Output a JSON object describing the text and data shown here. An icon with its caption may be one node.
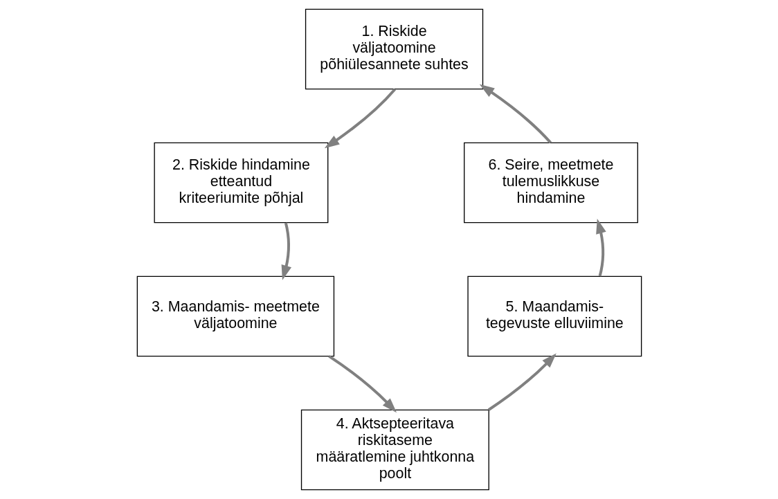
{
  "diagram": {
    "nodes": [
      {
        "text": [
          "1. Riskide väljatoomine põhiülesannete suhtes"
        ]
      },
      {
        "text": [
          "2. Riskide hindamine etteantud kriteeriumite põhjal"
        ]
      },
      {
        "text": [
          "3. Maandamis- meetmete väljatoomine"
        ]
      },
      {
        "text": [
          "4. Aktsepteeritava riskitaseme määratlemine juhtkonna poolt"
        ]
      },
      {
        "text": [
          "5. Maandamis- tegevuste elluviimine"
        ]
      },
      {
        "text": [
          "6. Seire, meetmete tulemuslikkuse hindamine"
        ]
      }
    ],
    "edges": [
      {
        "from": 5,
        "to": 0,
        "arrow": "to"
      },
      {
        "from": 0,
        "to": 1,
        "arrow": "to"
      },
      {
        "from": 1,
        "to": 2,
        "arrow": "to"
      },
      {
        "from": 2,
        "to": 3,
        "arrow": "to"
      },
      {
        "from": 3,
        "to": 4,
        "arrow": "to"
      },
      {
        "from": 4,
        "to": 5,
        "arrow": "to"
      }
    ]
  }
}
